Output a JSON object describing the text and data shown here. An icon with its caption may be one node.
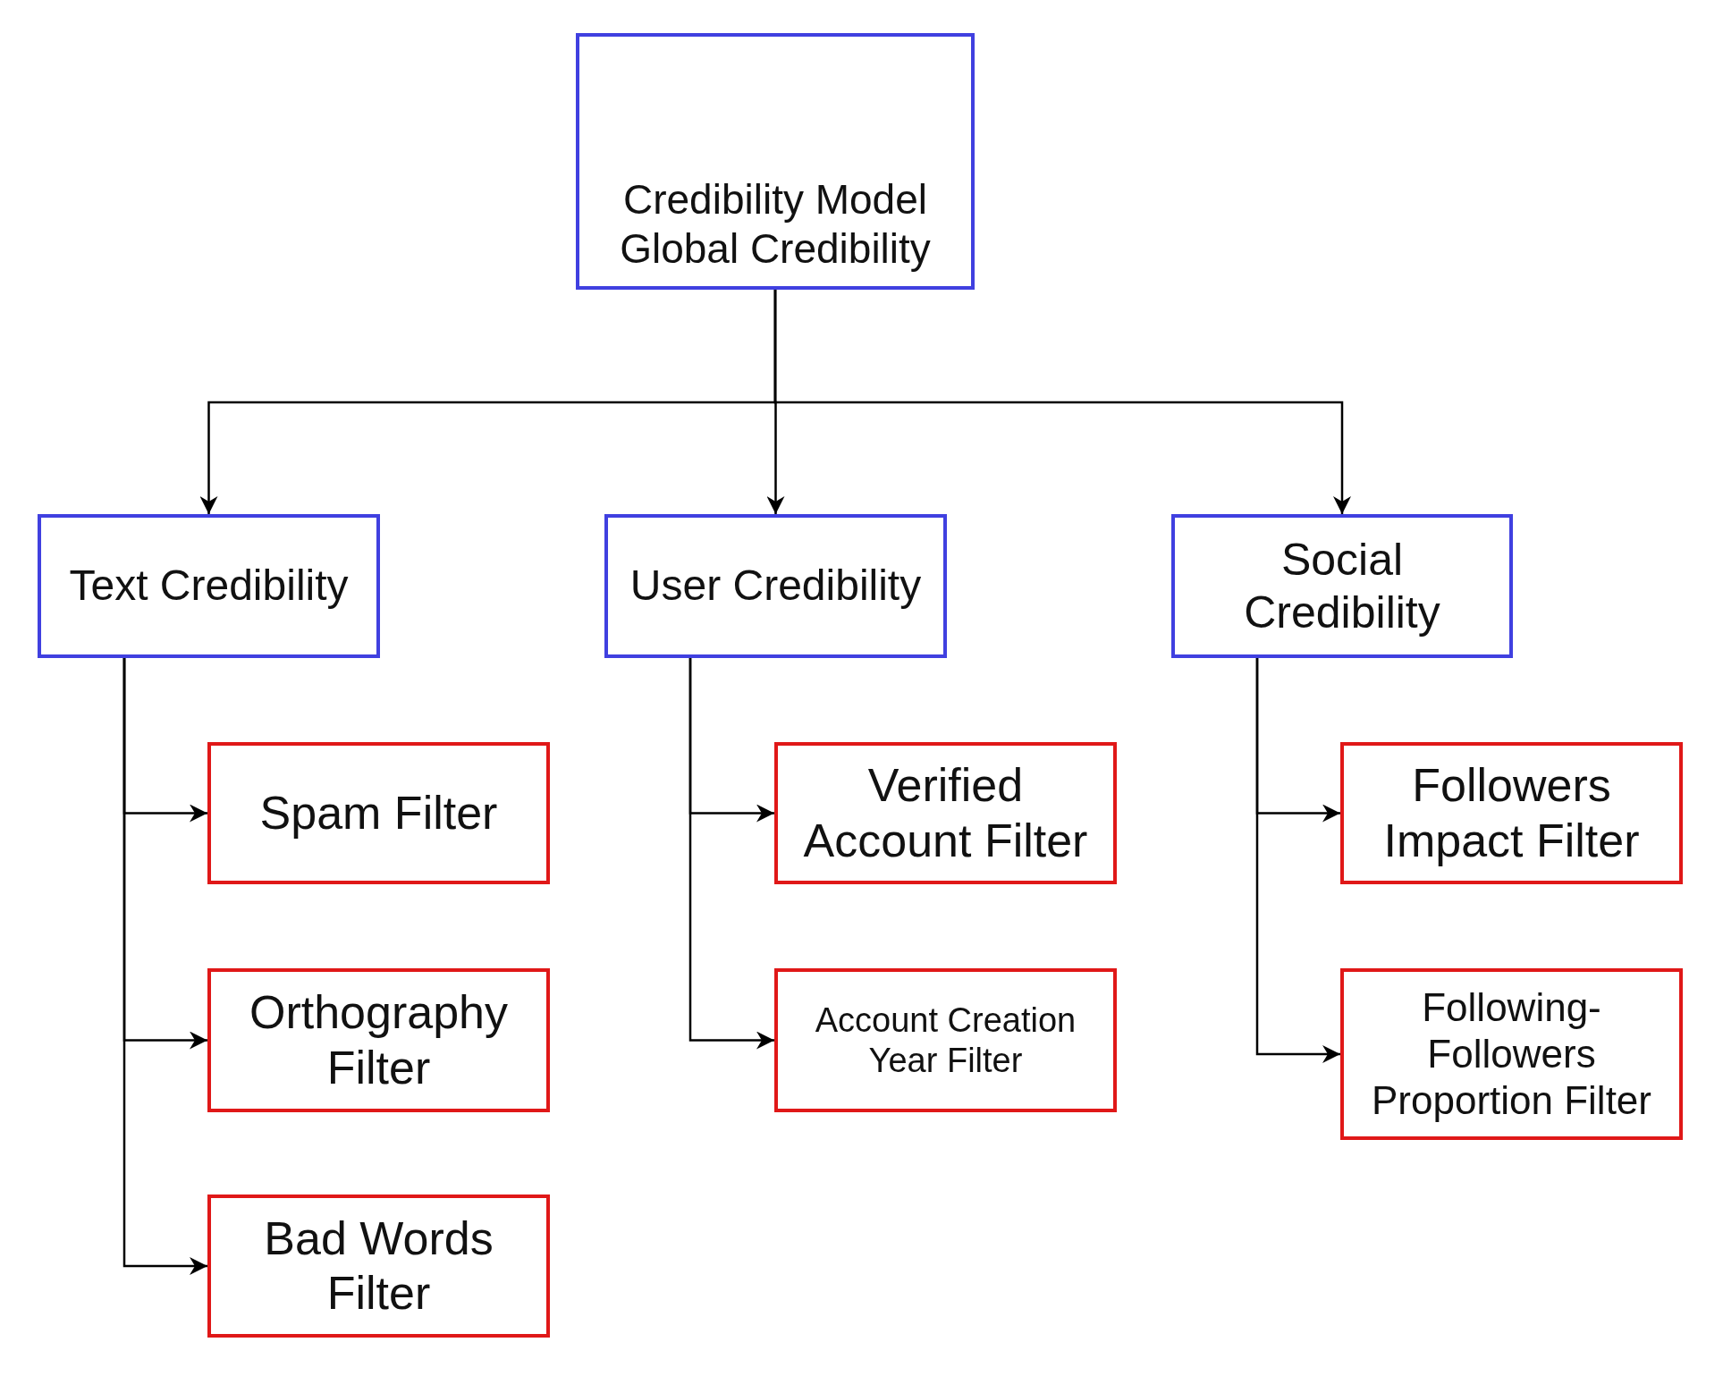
{
  "diagram": {
    "nodes": [
      {
        "text": [
          "Credibility Model Global Credibility"
        ]
      },
      {
        "text": [
          "Text Credibility"
        ]
      },
      {
        "text": [
          "User Credibility"
        ]
      },
      {
        "text": [
          "Social Credibility"
        ]
      },
      {
        "text": [
          "Spam Filter"
        ]
      },
      {
        "text": [
          "Orthography Filter"
        ]
      },
      {
        "text": [
          "Bad Words Filter"
        ]
      },
      {
        "text": [
          "Verified Account Filter"
        ]
      },
      {
        "text": [
          "Account Creation Year Filter"
        ]
      },
      {
        "text": [
          "Followers Impact Filter"
        ]
      },
      {
        "text": [
          "Following-Followers Proportion Filter"
        ]
      }
    ],
    "edges": [
      {
        "from": 0,
        "to": 1,
        "arrow": "to"
      },
      {
        "from": 0,
        "to": 2,
        "arrow": "to"
      },
      {
        "from": 0,
        "to": 3,
        "arrow": "to"
      },
      {
        "from": 1,
        "to": 4,
        "arrow": "to"
      },
      {
        "from": 1,
        "to": 5,
        "arrow": "to"
      },
      {
        "from": 1,
        "to": 6,
        "arrow": "to"
      },
      {
        "from": 2,
        "to": 7,
        "arrow": "to"
      },
      {
        "from": 2,
        "to": 8,
        "arrow": "to"
      },
      {
        "from": 3,
        "to": 9,
        "arrow": "to"
      },
      {
        "from": 3,
        "to": 10,
        "arrow": "to"
      }
    ]
  }
}
